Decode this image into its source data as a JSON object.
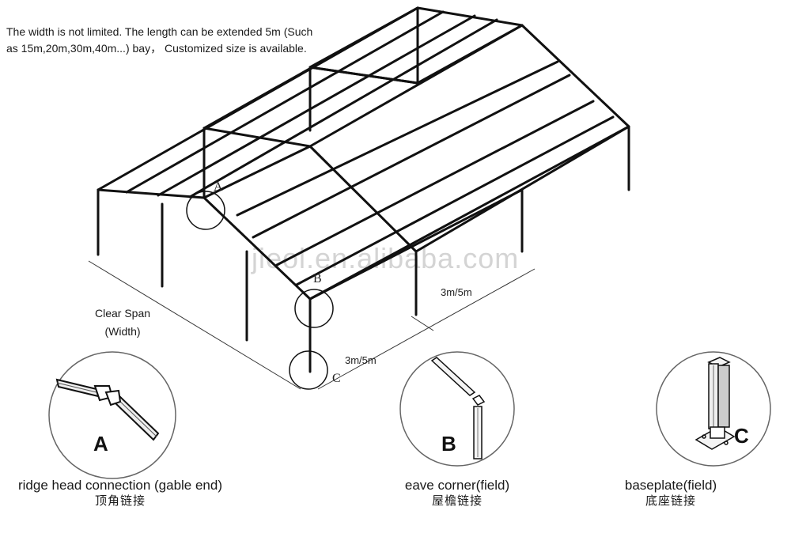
{
  "intro_text": "The width is not limited. The length can be extended 5m (Such as 15m,20m,30m,40m...) bay， Customized size is available.",
  "watermark": "jieol.en.alibaba.com",
  "callouts": {
    "a": "A",
    "b": "B",
    "c": "C"
  },
  "dimensions": {
    "clear_span_line1": "Clear Span",
    "clear_span_line2": "(Width)",
    "bay_side": "3m/5m",
    "bay_front": "3m/5m"
  },
  "details": [
    {
      "letter": "A",
      "label": "ridge head connection (gable end)",
      "label_zh": "顶角链接"
    },
    {
      "letter": "B",
      "label": "eave corner(field)",
      "label_zh": "屋檐链接"
    },
    {
      "letter": "C",
      "label": "baseplate(field)",
      "label_zh": "底座链接"
    }
  ],
  "colors": {
    "frame": "#111111",
    "dimension_line": "#333333",
    "watermark": "#d4d4d4"
  }
}
